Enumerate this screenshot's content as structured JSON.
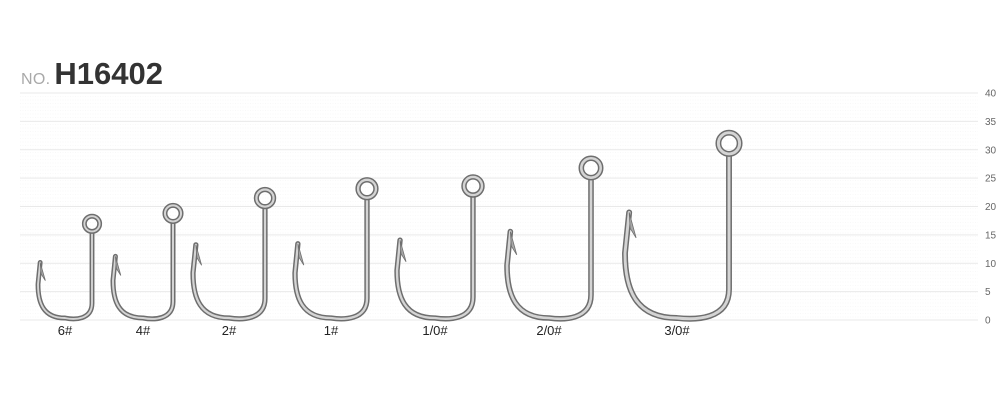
{
  "header": {
    "prefix": "NO.",
    "code": "H16402"
  },
  "scale": {
    "ticks": [
      0,
      5,
      10,
      15,
      20,
      25,
      30,
      35,
      40
    ],
    "min": 0,
    "max": 40
  },
  "colors": {
    "grid": "#e9e9e9",
    "hook_outer": "#6e6e6e",
    "hook_inner": "#d4d4d4",
    "hook_mid": "#a8a8a8"
  },
  "hooks": [
    {
      "label": "6#",
      "height": 18.3
    },
    {
      "label": "4#",
      "height": 20.2
    },
    {
      "label": "2#",
      "height": 23.0
    },
    {
      "label": "1#",
      "height": 24.7
    },
    {
      "label": "1/0#",
      "height": 25.2
    },
    {
      "label": "2/0#",
      "height": 28.5
    },
    {
      "label": "3/0#",
      "height": 33.0
    }
  ]
}
